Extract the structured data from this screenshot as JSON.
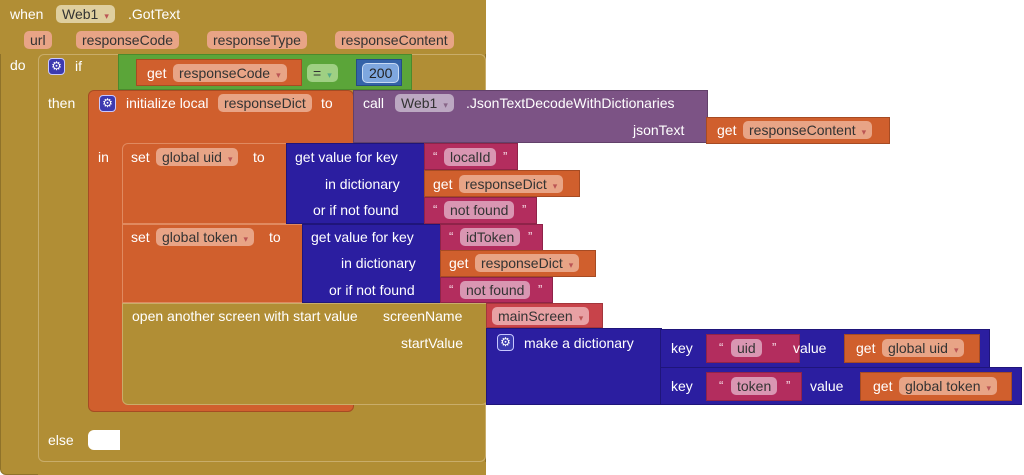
{
  "event": {
    "when": "when",
    "component": "Web1",
    "event_name": ".GotText",
    "params": [
      "url",
      "responseCode",
      "responseType",
      "responseContent"
    ],
    "do": "do"
  },
  "if_block": {
    "if": "if",
    "then": "then",
    "else": "else",
    "condition": {
      "get": "get",
      "var": "responseCode",
      "op": "=",
      "value": "200"
    }
  },
  "local": {
    "label": "initialize local",
    "name": "responseDict",
    "to": "to",
    "in": "in",
    "call": "call",
    "component": "Web1",
    "method": ".JsonTextDecodeWithDictionaries",
    "arg_label": "jsonText",
    "arg_get": "get",
    "arg_var": "responseContent"
  },
  "set_uid": {
    "set": "set",
    "var": "global uid",
    "to": "to",
    "lookup": "get value for key",
    "in_dict": "in dictionary",
    "not_found": "or if not found",
    "key": "localId",
    "dict_get": "get",
    "dict_var": "responseDict",
    "default": "not found"
  },
  "set_token": {
    "set": "set",
    "var": "global token",
    "to": "to",
    "lookup": "get value for key",
    "in_dict": "in dictionary",
    "not_found": "or if not found",
    "key": "idToken",
    "dict_get": "get",
    "dict_var": "responseDict",
    "default": "not found"
  },
  "open_screen": {
    "label": "open another screen with start value",
    "screen_label": "screenName",
    "screen_value": "mainScreen",
    "start_label": "startValue",
    "make_dict": "make a dictionary",
    "pairs": [
      {
        "key_label": "key",
        "key": "uid",
        "value_label": "value",
        "get": "get",
        "var": "global uid"
      },
      {
        "key_label": "key",
        "key": "token",
        "value_label": "value",
        "get": "get",
        "var": "global token"
      }
    ]
  },
  "quote_open": "“",
  "quote_close": "”",
  "dropdown_glyph": "▾",
  "gear_glyph": "⚙"
}
